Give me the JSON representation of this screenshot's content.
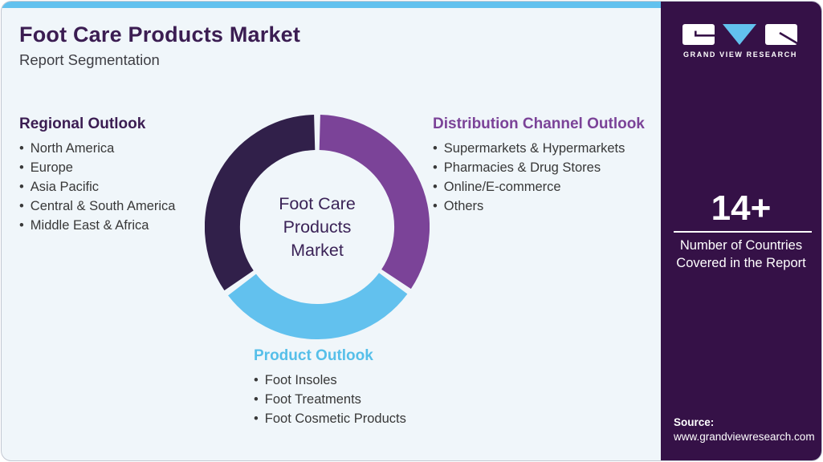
{
  "header": {
    "title": "Foot Care Products Market",
    "subtitle": "Report Segmentation"
  },
  "sections": {
    "regional": {
      "title": "Regional Outlook",
      "items": [
        "North America",
        "Europe",
        "Asia Pacific",
        "Central & South America",
        "Middle East & Africa"
      ]
    },
    "distribution": {
      "title": "Distribution Channel Outlook",
      "items": [
        "Supermarkets & Hypermarkets",
        "Pharmacies & Drug Stores",
        "Online/E-commerce",
        "Others"
      ]
    },
    "product": {
      "title": "Product Outlook",
      "items": [
        "Foot Insoles",
        "Foot Treatments",
        "Foot Cosmetic Products"
      ]
    }
  },
  "donut": {
    "center_lines": [
      "Foot Care",
      "Products",
      "Market"
    ]
  },
  "chart_data": {
    "type": "pie",
    "variant": "donut",
    "title": "Foot Care Products Market — Report Segmentation",
    "center_label": "Foot Care Products Market",
    "values_shown": false,
    "segments": [
      {
        "label": "Distribution Channel Outlook",
        "color": "#7b4398",
        "start_deg": 0,
        "end_deg": 125
      },
      {
        "label": "Product Outlook",
        "color": "#62c1ee",
        "start_deg": 125,
        "end_deg": 234
      },
      {
        "label": "Regional Outlook",
        "color": "#31204a",
        "start_deg": 234,
        "end_deg": 360
      }
    ]
  },
  "sidebar": {
    "brand": "GRAND VIEW RESEARCH",
    "stat": {
      "value": "14+",
      "label": "Number of Countries Covered in the Report"
    },
    "source": {
      "label": "Source:",
      "url": "www.grandviewresearch.com"
    }
  },
  "colors": {
    "accent_blue": "#62c1ee",
    "accent_purple": "#7b4398",
    "segment_dark": "#31204a",
    "sidebar_bg": "#351147",
    "title_purple": "#3b1d52",
    "page_bg": "#f0f6fa"
  }
}
